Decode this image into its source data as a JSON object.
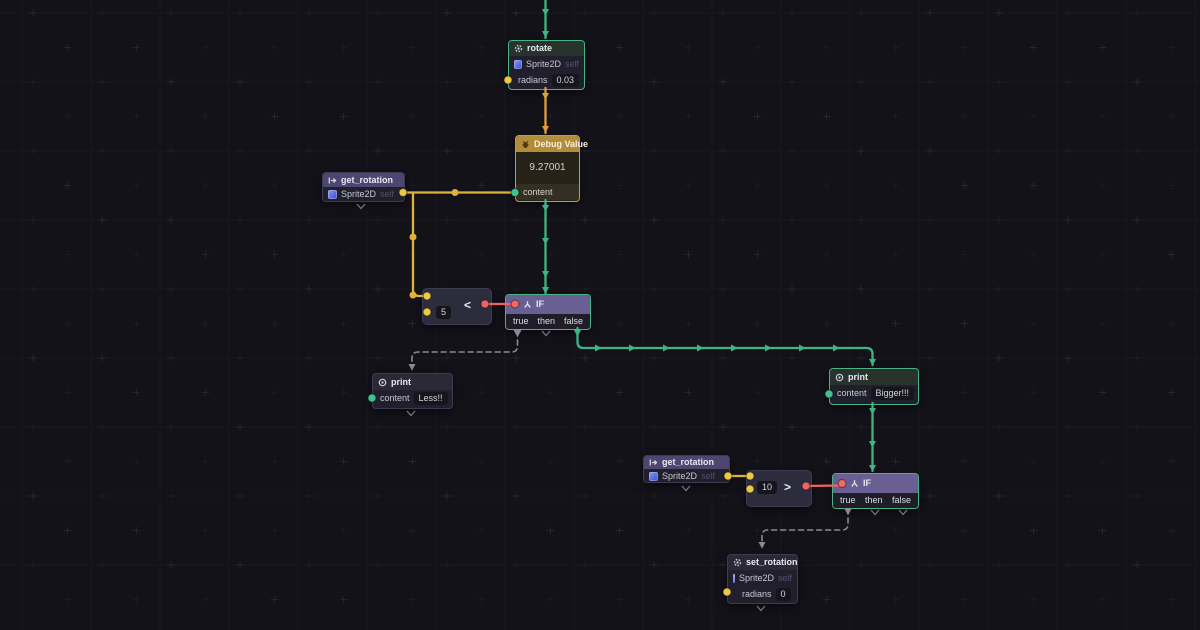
{
  "app": {
    "name": "visual script node graph"
  },
  "colors": {
    "background": "#131219",
    "grid_cross": "#9a9aac",
    "exec_green": "#3db584",
    "exec_orange": "#e29f3a",
    "data_yellow": "#e0b23c",
    "wire_red": "#ee6462",
    "wire_dashed_gray": "#8a8a94",
    "port_yellow": "#ecc843",
    "port_green": "#3cc68e",
    "port_red": "#f16a66",
    "node_border_green": "#4ab385",
    "node_border_amber": "#c49c46",
    "header_purple": "#4c4671",
    "header_purple_bright": "#6a5f92",
    "header_amber": "#b18c3a"
  },
  "icons": {
    "rotate": "gear-icon",
    "debug_value": "bug-icon",
    "get_rotation": "mapsto-icon",
    "print": "output-icon",
    "set_rotation": "gear-icon",
    "if": "branch-icon",
    "sprite2d": "sprite2d-icon"
  },
  "nodes": {
    "rotate": {
      "title": "rotate",
      "target_type": "Sprite2D",
      "target_binding": "self",
      "param_label": "radians",
      "param_value": "0.03"
    },
    "debug_value": {
      "title": "Debug Value",
      "value": "9.27001",
      "port_label": "content"
    },
    "get_rotation_top": {
      "title": "get_rotation",
      "target_type": "Sprite2D",
      "target_binding": "self"
    },
    "compare_less": {
      "operator": "<",
      "operand": "5"
    },
    "if_top": {
      "title": "IF",
      "out_true": "true",
      "out_then": "then",
      "out_false": "false"
    },
    "print_less": {
      "title": "print",
      "param_label": "content",
      "param_value": "Less!!"
    },
    "print_bigger": {
      "title": "print",
      "param_label": "content",
      "param_value": "Bigger!!!"
    },
    "get_rotation_bottom": {
      "title": "get_rotation",
      "target_type": "Sprite2D",
      "target_binding": "self"
    },
    "compare_greater": {
      "operator": ">",
      "operand": "10"
    },
    "if_bottom": {
      "title": "IF",
      "out_true": "true",
      "out_then": "then",
      "out_false": "false"
    },
    "set_rotation": {
      "title": "set_rotation",
      "target_type": "Sprite2D",
      "target_binding": "self",
      "param_label": "radians",
      "param_value": "0"
    }
  }
}
